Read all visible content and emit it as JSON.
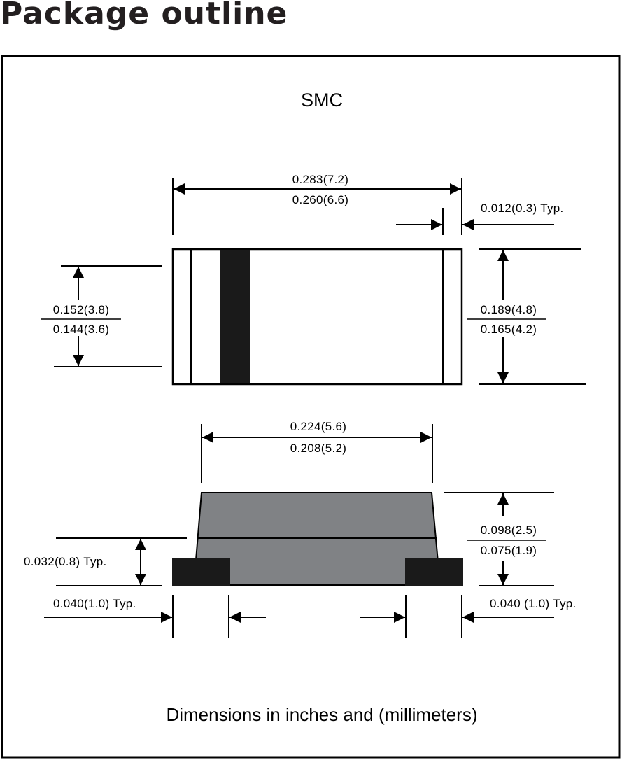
{
  "title": "Package outline",
  "package_name": "SMC",
  "top_view": {
    "overall_length": {
      "max": "0.283(7.2)",
      "min": "0.260(6.6)"
    },
    "terminal_band": {
      "label": "0.012(0.3) Typ."
    },
    "body_width": {
      "max": "0.152(3.8)",
      "min": "0.144(3.6)"
    },
    "overall_width": {
      "max": "0.189(4.8)",
      "min": "0.165(4.2)"
    }
  },
  "side_view": {
    "body_length": {
      "max": "0.224(5.6)",
      "min": "0.208(5.2)"
    },
    "lead_height": {
      "label": "0.032(0.8) Typ."
    },
    "overall_height": {
      "max": "0.098(2.5)",
      "min": "0.075(1.9)"
    },
    "lead_length_left": {
      "label": "0.040(1.0) Typ."
    },
    "lead_length_right": {
      "label": "0.040 (1.0) Typ."
    }
  },
  "footer_note": "Dimensions in inches and (millimeters)",
  "colors": {
    "line": "#000000",
    "body_fill": "#808285",
    "cathode_band": "#1a1a1a",
    "lead_fill": "#1a1a1a"
  }
}
